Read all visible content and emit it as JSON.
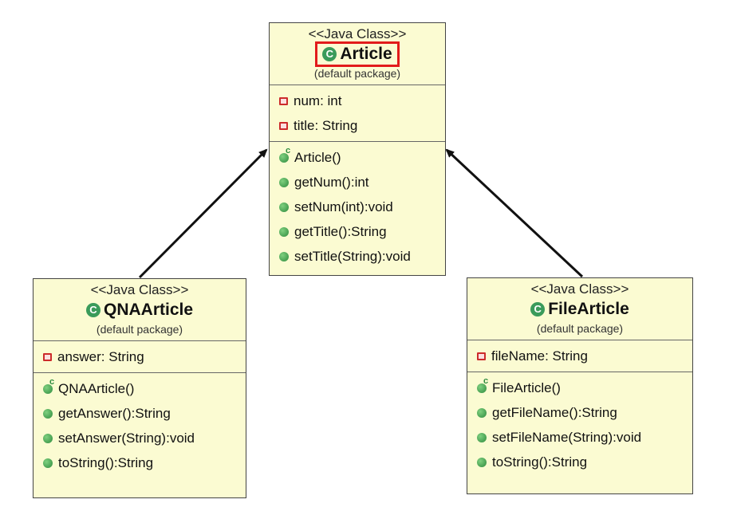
{
  "article": {
    "stereotype": "<<Java Class>>",
    "name": "Article",
    "package": "(default package)",
    "fields": [
      "num: int",
      "title: String"
    ],
    "constructor": "Article()",
    "methods": [
      "getNum():int",
      "setNum(int):void",
      "getTitle():String",
      "setTitle(String):void"
    ]
  },
  "qna": {
    "stereotype": "<<Java Class>>",
    "name": "QNAArticle",
    "package": "(default package)",
    "fields": [
      "answer: String"
    ],
    "constructor": "QNAArticle()",
    "methods": [
      "getAnswer():String",
      "setAnswer(String):void",
      "toString():String"
    ]
  },
  "file": {
    "stereotype": "<<Java Class>>",
    "name": "FileArticle",
    "package": "(default package)",
    "fields": [
      "fileName: String"
    ],
    "constructor": "FileArticle()",
    "methods": [
      "getFileName():String",
      "setFileName(String):void",
      "toString():String"
    ]
  },
  "icons": {
    "class": "class-icon",
    "private_field": "private-field-icon",
    "public_method": "public-method-icon",
    "constructor": "constructor-icon"
  },
  "colors": {
    "class_fill": "#fbfbd2",
    "highlight": "#e21b1b",
    "arrow": "#111111"
  }
}
